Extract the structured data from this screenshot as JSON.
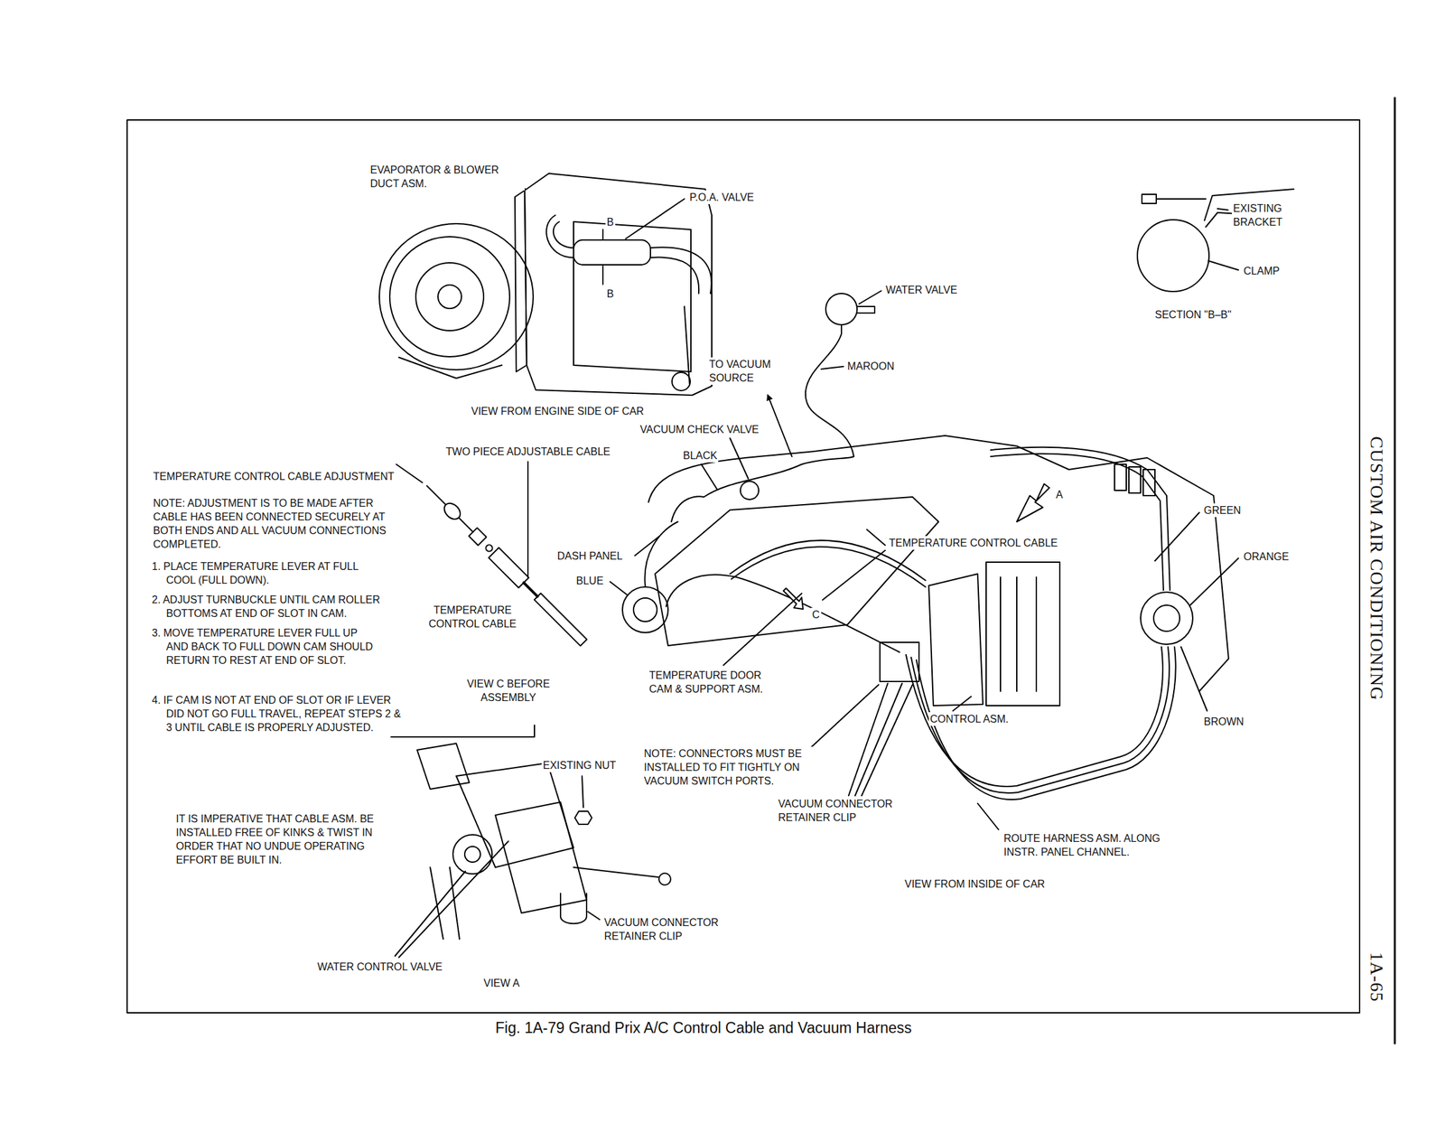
{
  "diagram": {
    "caption": "Fig. 1A-79 Grand Prix A/C Control Cable and Vacuum Harness",
    "labels": [
      "EVAPORATOR & BLOWER DUCT ASM.",
      "P.O.A. VALVE",
      "B",
      "B",
      "EXISTING BRACKET",
      "CLAMP",
      "SECTION \"B–B\"",
      "WATER VALVE",
      "TO VACUUM SOURCE",
      "MAROON",
      "VIEW FROM ENGINE SIDE OF CAR",
      "VACUUM CHECK VALVE",
      "TWO PIECE ADJUSTABLE CABLE",
      "BLACK",
      "TEMPERATURE CONTROL CABLE ADJUSTMENT",
      "NOTE: ADJUSTMENT IS TO BE MADE AFTER CABLE HAS BEEN CONNECTED SECURELY AT BOTH ENDS AND ALL VACUUM CONNECTIONS COMPLETED.",
      "1. PLACE TEMPERATURE LEVER AT FULL COOL (FULL DOWN).",
      "2. ADJUST TURNBUCKLE UNTIL CAM ROLLER BOTTOMS AT END OF SLOT IN CAM.",
      "3. MOVE TEMPERATURE LEVER FULL UP AND BACK TO FULL DOWN CAM SHOULD RETURN TO REST AT END OF SLOT.",
      "4. IF CAM IS NOT AT END OF SLOT OR IF LEVER DID NOT GO FULL TRAVEL, REPEAT STEPS 2 & 3 UNTIL CABLE IS PROPERLY ADJUSTED.",
      "A",
      "GREEN",
      "DASH PANEL",
      "TEMPERATURE CONTROL CABLE",
      "ORANGE",
      "BLUE",
      "TEMPERATURE CONTROL CABLE",
      "C",
      "VIEW C BEFORE ASSEMBLY",
      "TEMPERATURE DOOR CAM & SUPPORT ASM.",
      "BROWN",
      "CONTROL ASM.",
      "EXISTING NUT",
      "NOTE: CONNECTORS MUST BE INSTALLED TO FIT TIGHTLY ON VACUUM SWITCH PORTS.",
      "VACUUM CONNECTOR RETAINER CLIP",
      "IT IS IMPERATIVE THAT CABLE ASM. BE INSTALLED FREE OF KINKS & TWIST IN ORDER THAT NO UNDUE OPERATING EFFORT BE BUILT IN.",
      "ROUTE HARNESS ASM. ALONG INSTR. PANEL CHANNEL.",
      "VIEW FROM INSIDE OF CAR",
      "VACUUM CONNECTOR RETAINER CLIP",
      "WATER CONTROL VALVE",
      "VIEW A",
      "CUSTOM AIR CONDITIONING",
      "1A-65"
    ]
  }
}
